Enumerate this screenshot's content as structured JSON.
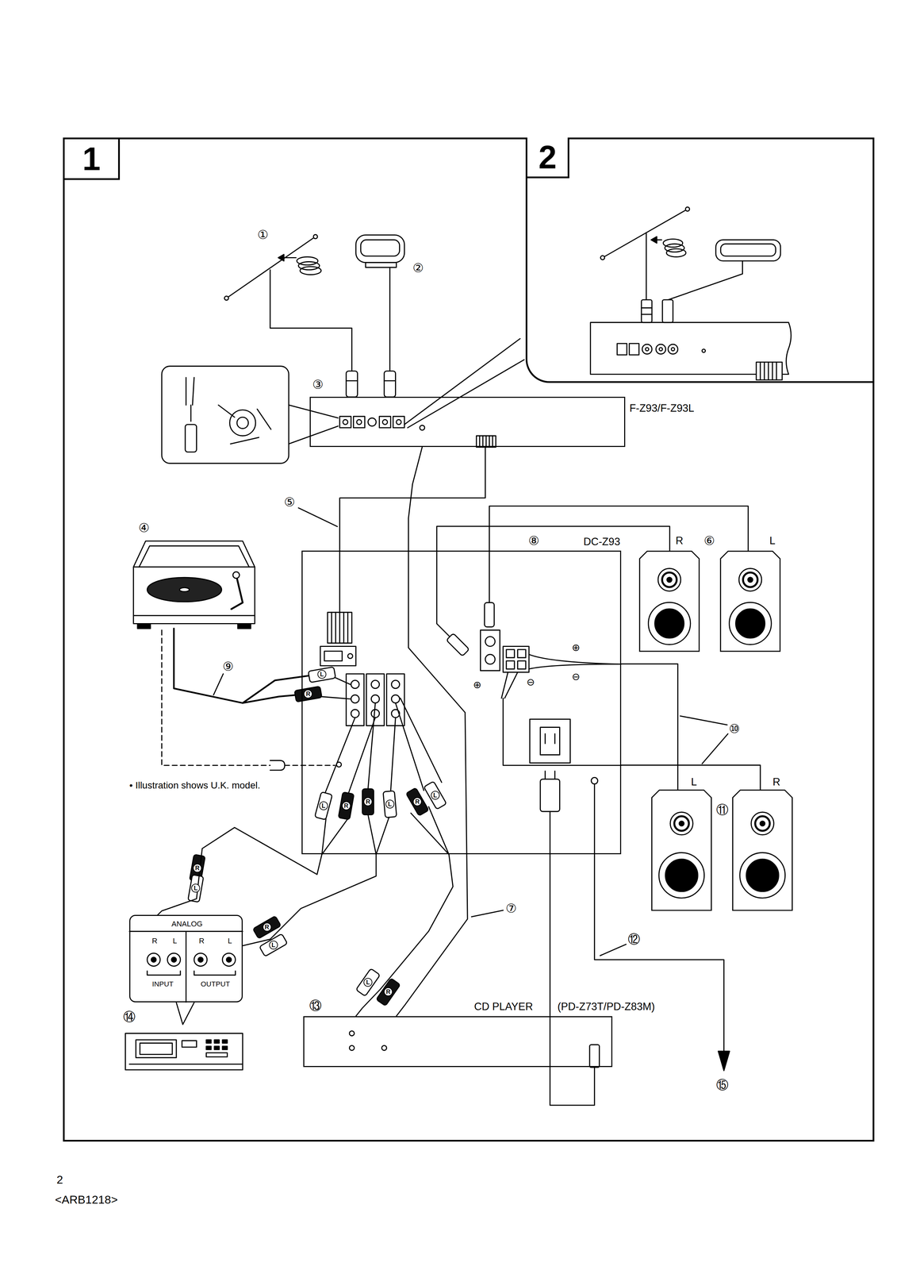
{
  "diagram": {
    "nodes": [
      {
        "text": [
          "1"
        ]
      },
      {
        "text": [
          "2"
        ],
        "in": 0
      },
      {
        "text": [
          "F-Z93/F-Z93L"
        ],
        "in": 0
      },
      {
        "text": [
          "DC-Z93"
        ],
        "in": 0
      },
      {
        "text": [
          "R"
        ],
        "in": 0
      },
      {
        "text": [
          "L"
        ],
        "in": 0
      },
      {
        "text": [
          "L"
        ],
        "in": 0
      },
      {
        "text": [
          "R"
        ],
        "in": 0
      },
      {
        "text": [
          "ANALOG",
          "R",
          "L",
          "R",
          "L",
          "INPUT",
          "OUTPUT"
        ],
        "in": 0
      },
      {
        "text": [
          "CD PLAYER",
          "(PD-Z73T/PD-Z83M)"
        ],
        "in": 0
      }
    ],
    "edges": [
      {
        "from": 2,
        "to": 3,
        "arrow": "none",
        "label": "⑤"
      },
      {
        "from": 2,
        "to": 9,
        "arrow": "none",
        "label": "⑦"
      },
      {
        "from": 3,
        "to": 4,
        "arrow": "none"
      },
      {
        "from": 3,
        "to": 5,
        "arrow": "none"
      },
      {
        "from": 3,
        "to": 6,
        "arrow": "none"
      },
      {
        "from": 3,
        "to": 7,
        "arrow": "none"
      },
      {
        "from": 3,
        "to": 8,
        "arrow": "none"
      },
      {
        "from": 8,
        "to": 3,
        "arrow": "none"
      },
      {
        "from": 3,
        "to": 9,
        "arrow": "none"
      },
      {
        "from": 3,
        "to": 9,
        "arrow": "none"
      }
    ],
    "labels": [
      "①",
      "②",
      "③",
      "④",
      "⑥",
      "⑧",
      "⑨",
      "⑩",
      "⑪",
      "⑫",
      "⑬",
      "⑭",
      "⑮",
      "⊕",
      "⊖",
      "⊕",
      "⊖",
      "L",
      "R",
      "L",
      "R",
      "R",
      "L",
      "R",
      "L",
      "R",
      "L",
      "R",
      "L",
      "L",
      "R",
      "• Illustration shows U.K. model.",
      "2",
      "<ARB1218>"
    ]
  }
}
